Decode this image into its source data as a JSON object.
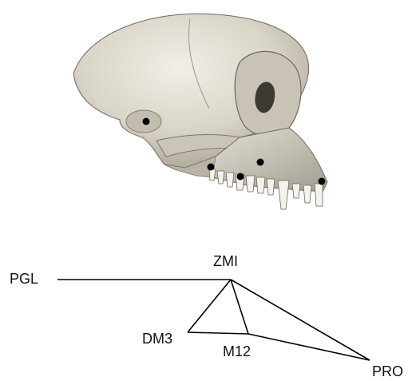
{
  "colors": {
    "bone_light": "#e4e0d6",
    "bone_mid": "#bdb7aa",
    "bone_dark": "#7a7468",
    "landmark": "#000000",
    "line": "#000000"
  },
  "labels": {
    "pgl": "PGL",
    "zmi": "ZMI",
    "dm3": "DM3",
    "m12": "M12",
    "pro": "PRO"
  }
}
